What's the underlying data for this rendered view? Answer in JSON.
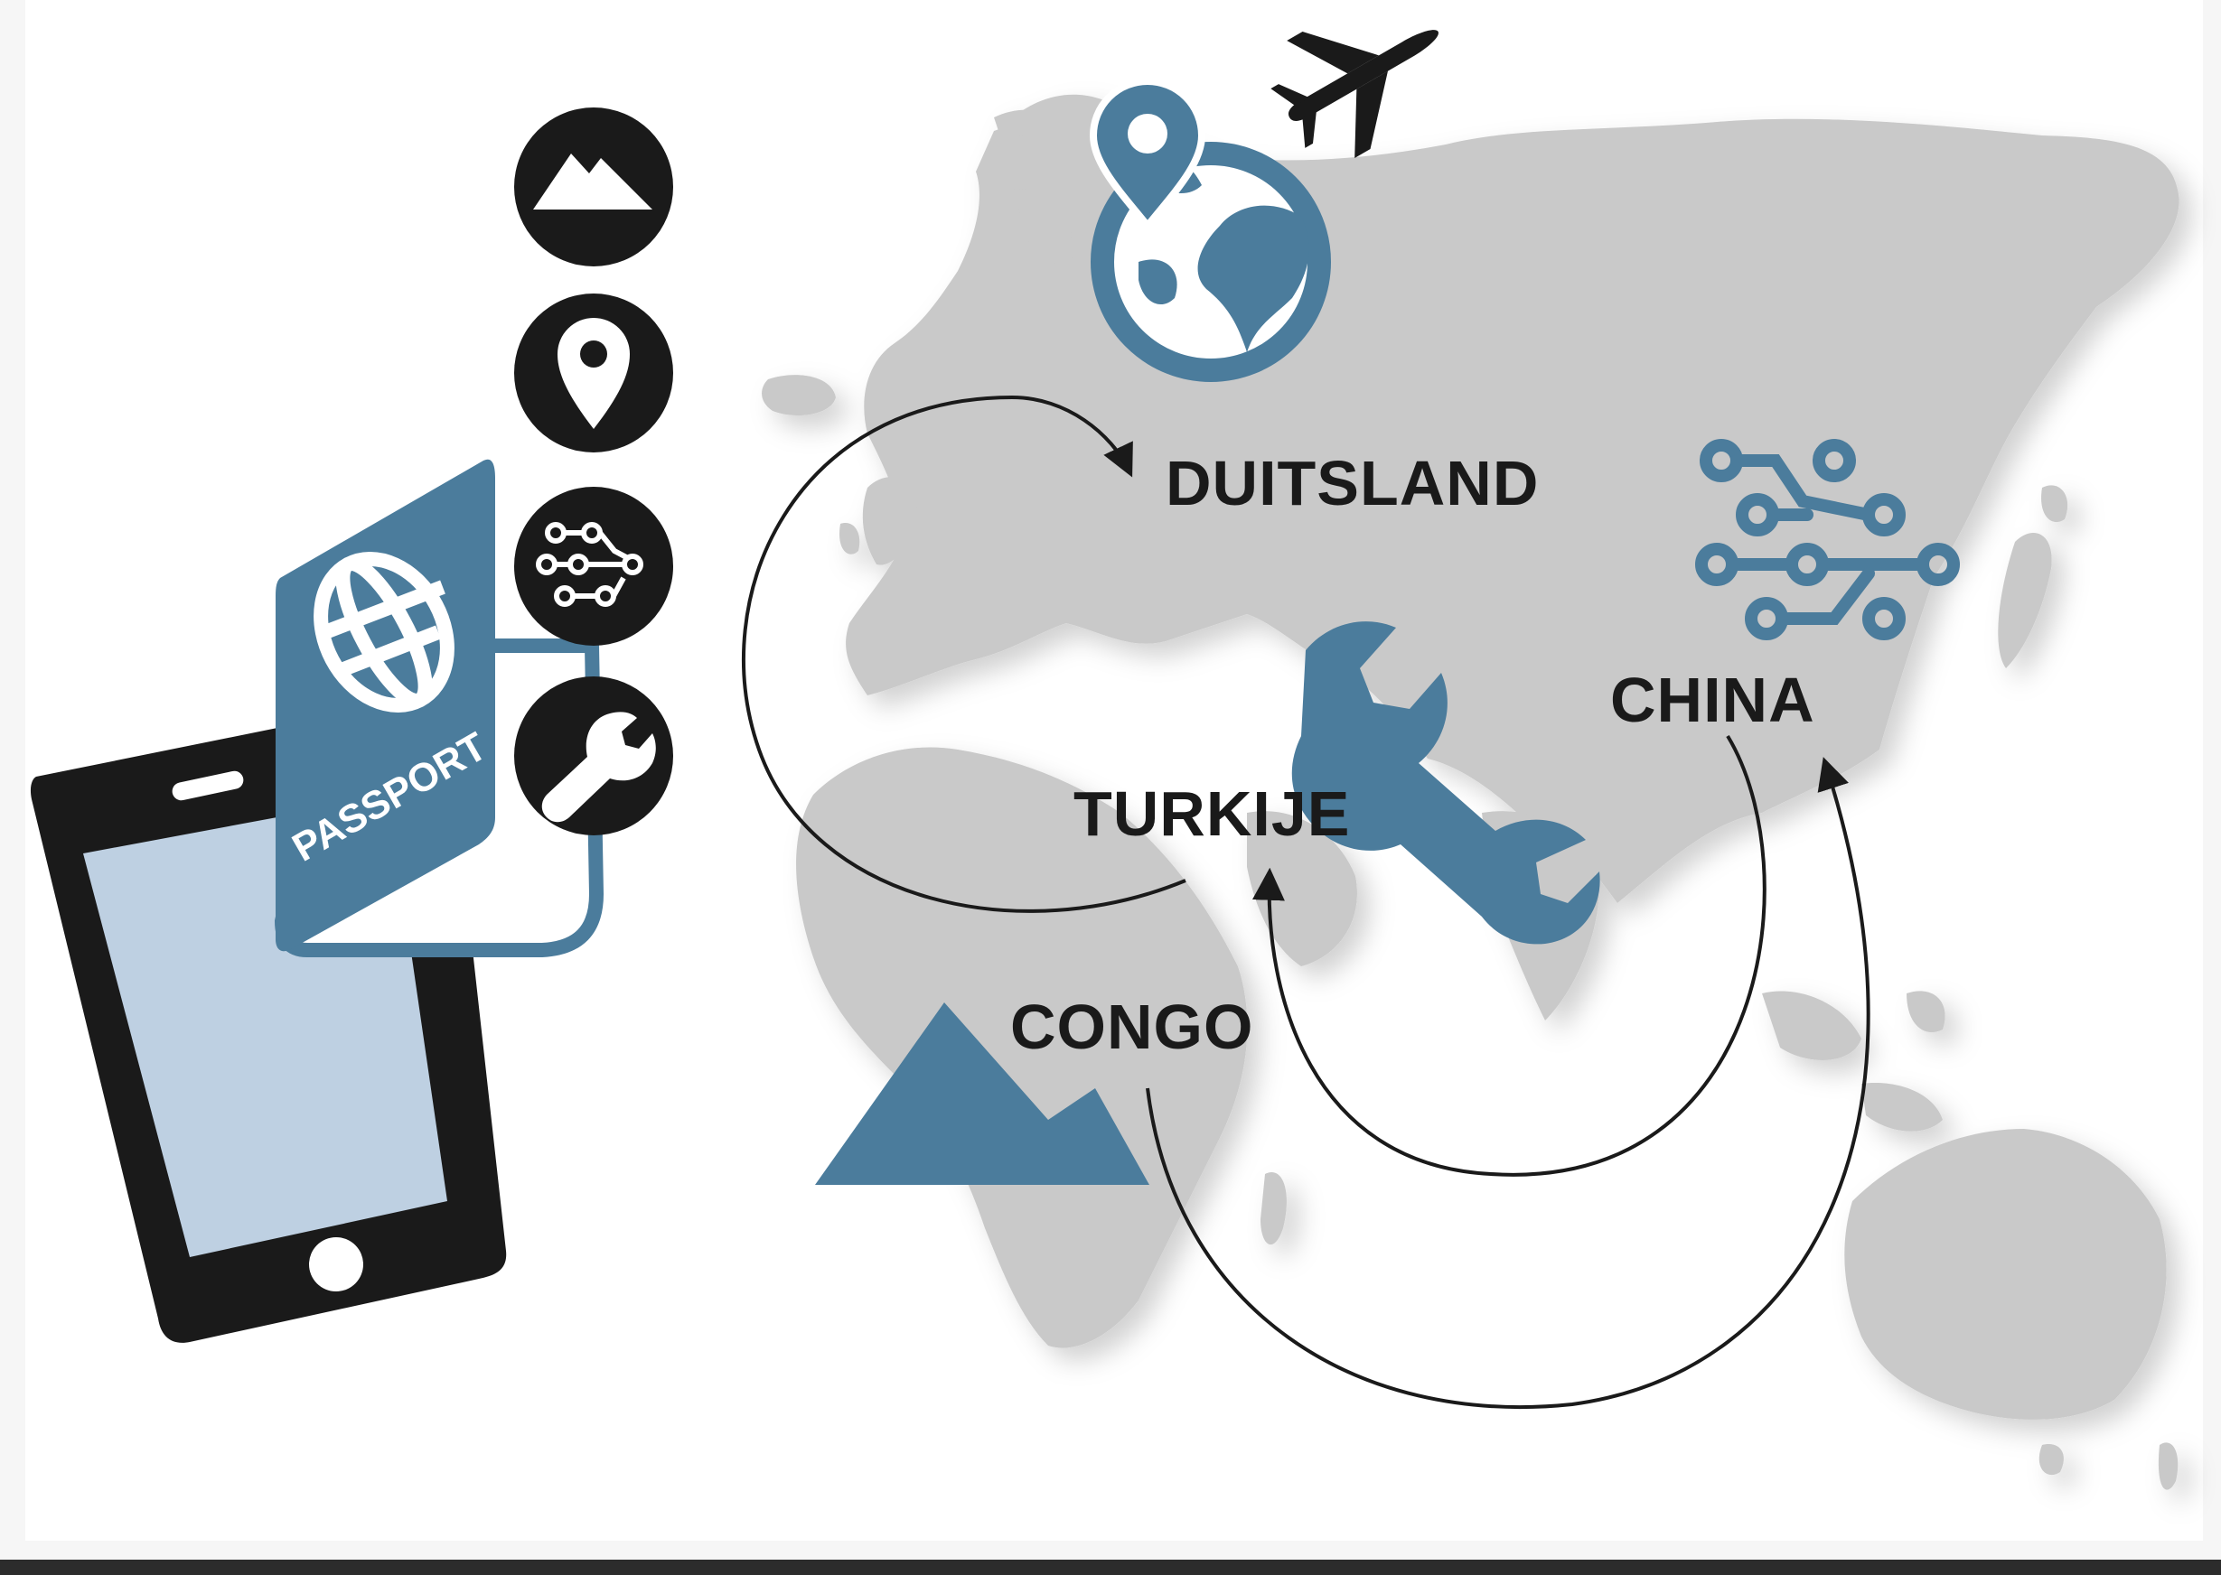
{
  "labels": {
    "duitsland": "DUITSLAND",
    "turkije": "TURKIJE",
    "china": "CHINA",
    "congo": "CONGO",
    "passport": "PASSPORT"
  },
  "icons": {
    "side_column": [
      "mountain-icon",
      "location-pin-icon",
      "circuit-icon",
      "wrench-icon"
    ],
    "map": [
      "globe-pin-icon",
      "airplane-icon",
      "circuit-icon",
      "wrench-icon",
      "mountain-icon"
    ]
  },
  "colors": {
    "accent_blue": "#4b7c9c",
    "map_grey": "#c9c9c9",
    "dark": "#1a1a1a",
    "phone_screen": "#bed0e2",
    "background": "#f6f6f6"
  }
}
